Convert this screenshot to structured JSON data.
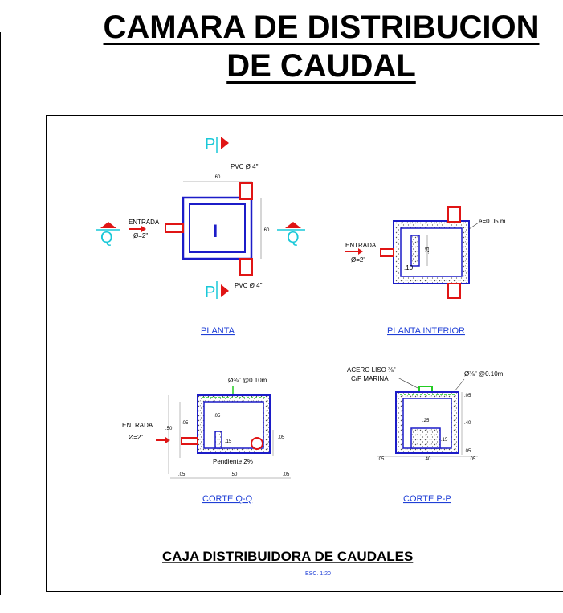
{
  "header": {
    "title_line1": "CAMARA DE DISTRIBUCION",
    "title_line2": "DE CAUDAL"
  },
  "drawing": {
    "main_title": "CAJA DISTRIBUIDORA DE CAUDALES",
    "scale": "ESC. 1:20",
    "section_markers": {
      "p": "P",
      "q": "Q"
    },
    "planta": {
      "label": "PLANTA",
      "pvc_top": "PVC Ø 4\"",
      "pvc_bottom": "PVC Ø 4\"",
      "entrada": "ENTRADA",
      "entrada_diam": "Ø=2\"",
      "dim_width": ".60",
      "dim_height": ".60",
      "center_mark": "I"
    },
    "planta_interior": {
      "label": "PLANTA INTERIOR",
      "entrada": "ENTRADA",
      "entrada_diam": "Ø=2\"",
      "wall_thickness": "e=0.05 m",
      "dim_25": ".25",
      "dim_10": ".10"
    },
    "corte_qq": {
      "label": "CORTE Q-Q",
      "rebar": "Ø⅜\" @0.10m",
      "entrada": "ENTRADA",
      "entrada_diam": "Ø=2\"",
      "slope": "Pendiente 2%",
      "dim_50_left": ".50",
      "dim_05_a": ".05",
      "dim_05_inner": ".05",
      "dim_15": ".15",
      "dim_05_right": ".05",
      "dim_bottom_05_left": ".05",
      "dim_bottom_50": ".50",
      "dim_bottom_05_right": ".05"
    },
    "corte_pp": {
      "label": "CORTE P-P",
      "acero_line1": "ACERO LISO ⅜\"",
      "acero_line2": "C/P MARINA",
      "rebar": "Ø⅜\" @0.10m",
      "dim_05_top": ".05",
      "dim_25": ".25",
      "dim_40_right": ".40",
      "dim_15": ".15",
      "dim_05_bottom_right": ".05",
      "dim_bottom_05_left": ".05",
      "dim_bottom_40": ".40",
      "dim_bottom_05_right": ".05"
    }
  },
  "colors": {
    "wall": "#1c1cc8",
    "pipe": "#e01515",
    "section_marker": "#19c8d8",
    "link": "#1f3fd6",
    "rebar": "#22cc22"
  }
}
